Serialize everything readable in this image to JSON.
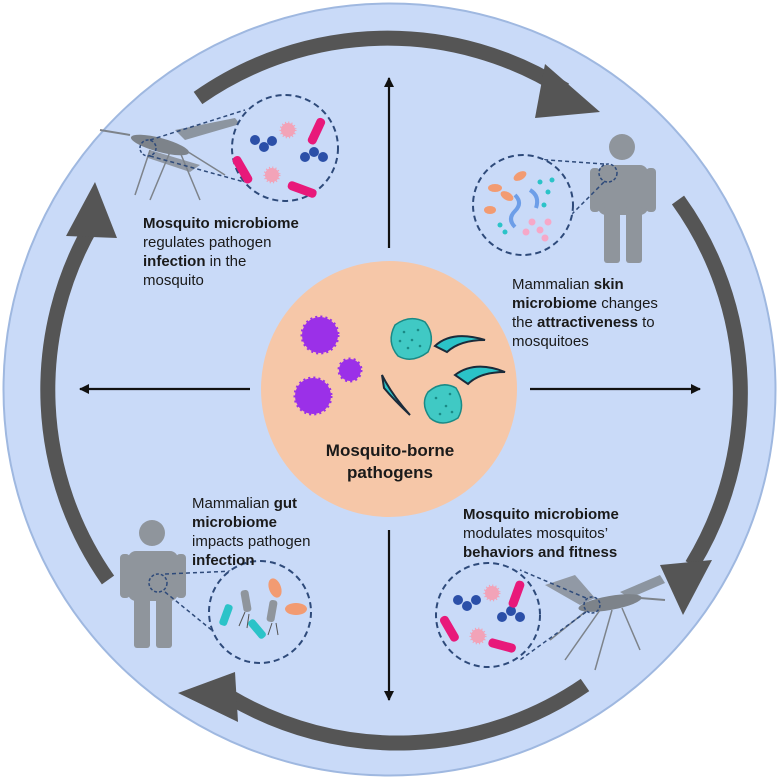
{
  "center": {
    "title_line1": "Mosquito-borne",
    "title_line2": "pathogens"
  },
  "labels": {
    "top_left": {
      "b1": "Mosquito microbiome",
      "t1": "regulates pathogen",
      "b2": "infection",
      "t2": " in the",
      "t3": "mosquito"
    },
    "top_right": {
      "t1": "Mammalian ",
      "b1": "skin",
      "b2": "microbiome",
      "t2": " changes",
      "t3": "the ",
      "b3": "attractiveness",
      "t4": " to",
      "t5": "mosquitoes"
    },
    "bottom_left": {
      "t1": "Mammalian ",
      "b1": "gut",
      "b2": "microbiome",
      "t2": "impacts pathogen",
      "b3": "infection"
    },
    "bottom_right": {
      "b1": "Mosquito microbiome",
      "t1": "modulates mosquitos’",
      "b2": "behaviors and fitness"
    }
  },
  "colors": {
    "outer_circle": "#c9daf8",
    "outer_circle_stroke": "#9fb8e0",
    "center_circle": "#f6c7a8",
    "cycle_arrow": "#555555",
    "human": "#8f959c",
    "mosquito": "#7d838a",
    "dash": "#2e4a7a",
    "virus": "#9b30e8",
    "parasite": "#2bc3c8",
    "rod_pink": "#e8197a",
    "cocci_blue": "#2b4fa8",
    "spike_pink": "#f2a3b8",
    "orange_cell": "#f29b72"
  }
}
